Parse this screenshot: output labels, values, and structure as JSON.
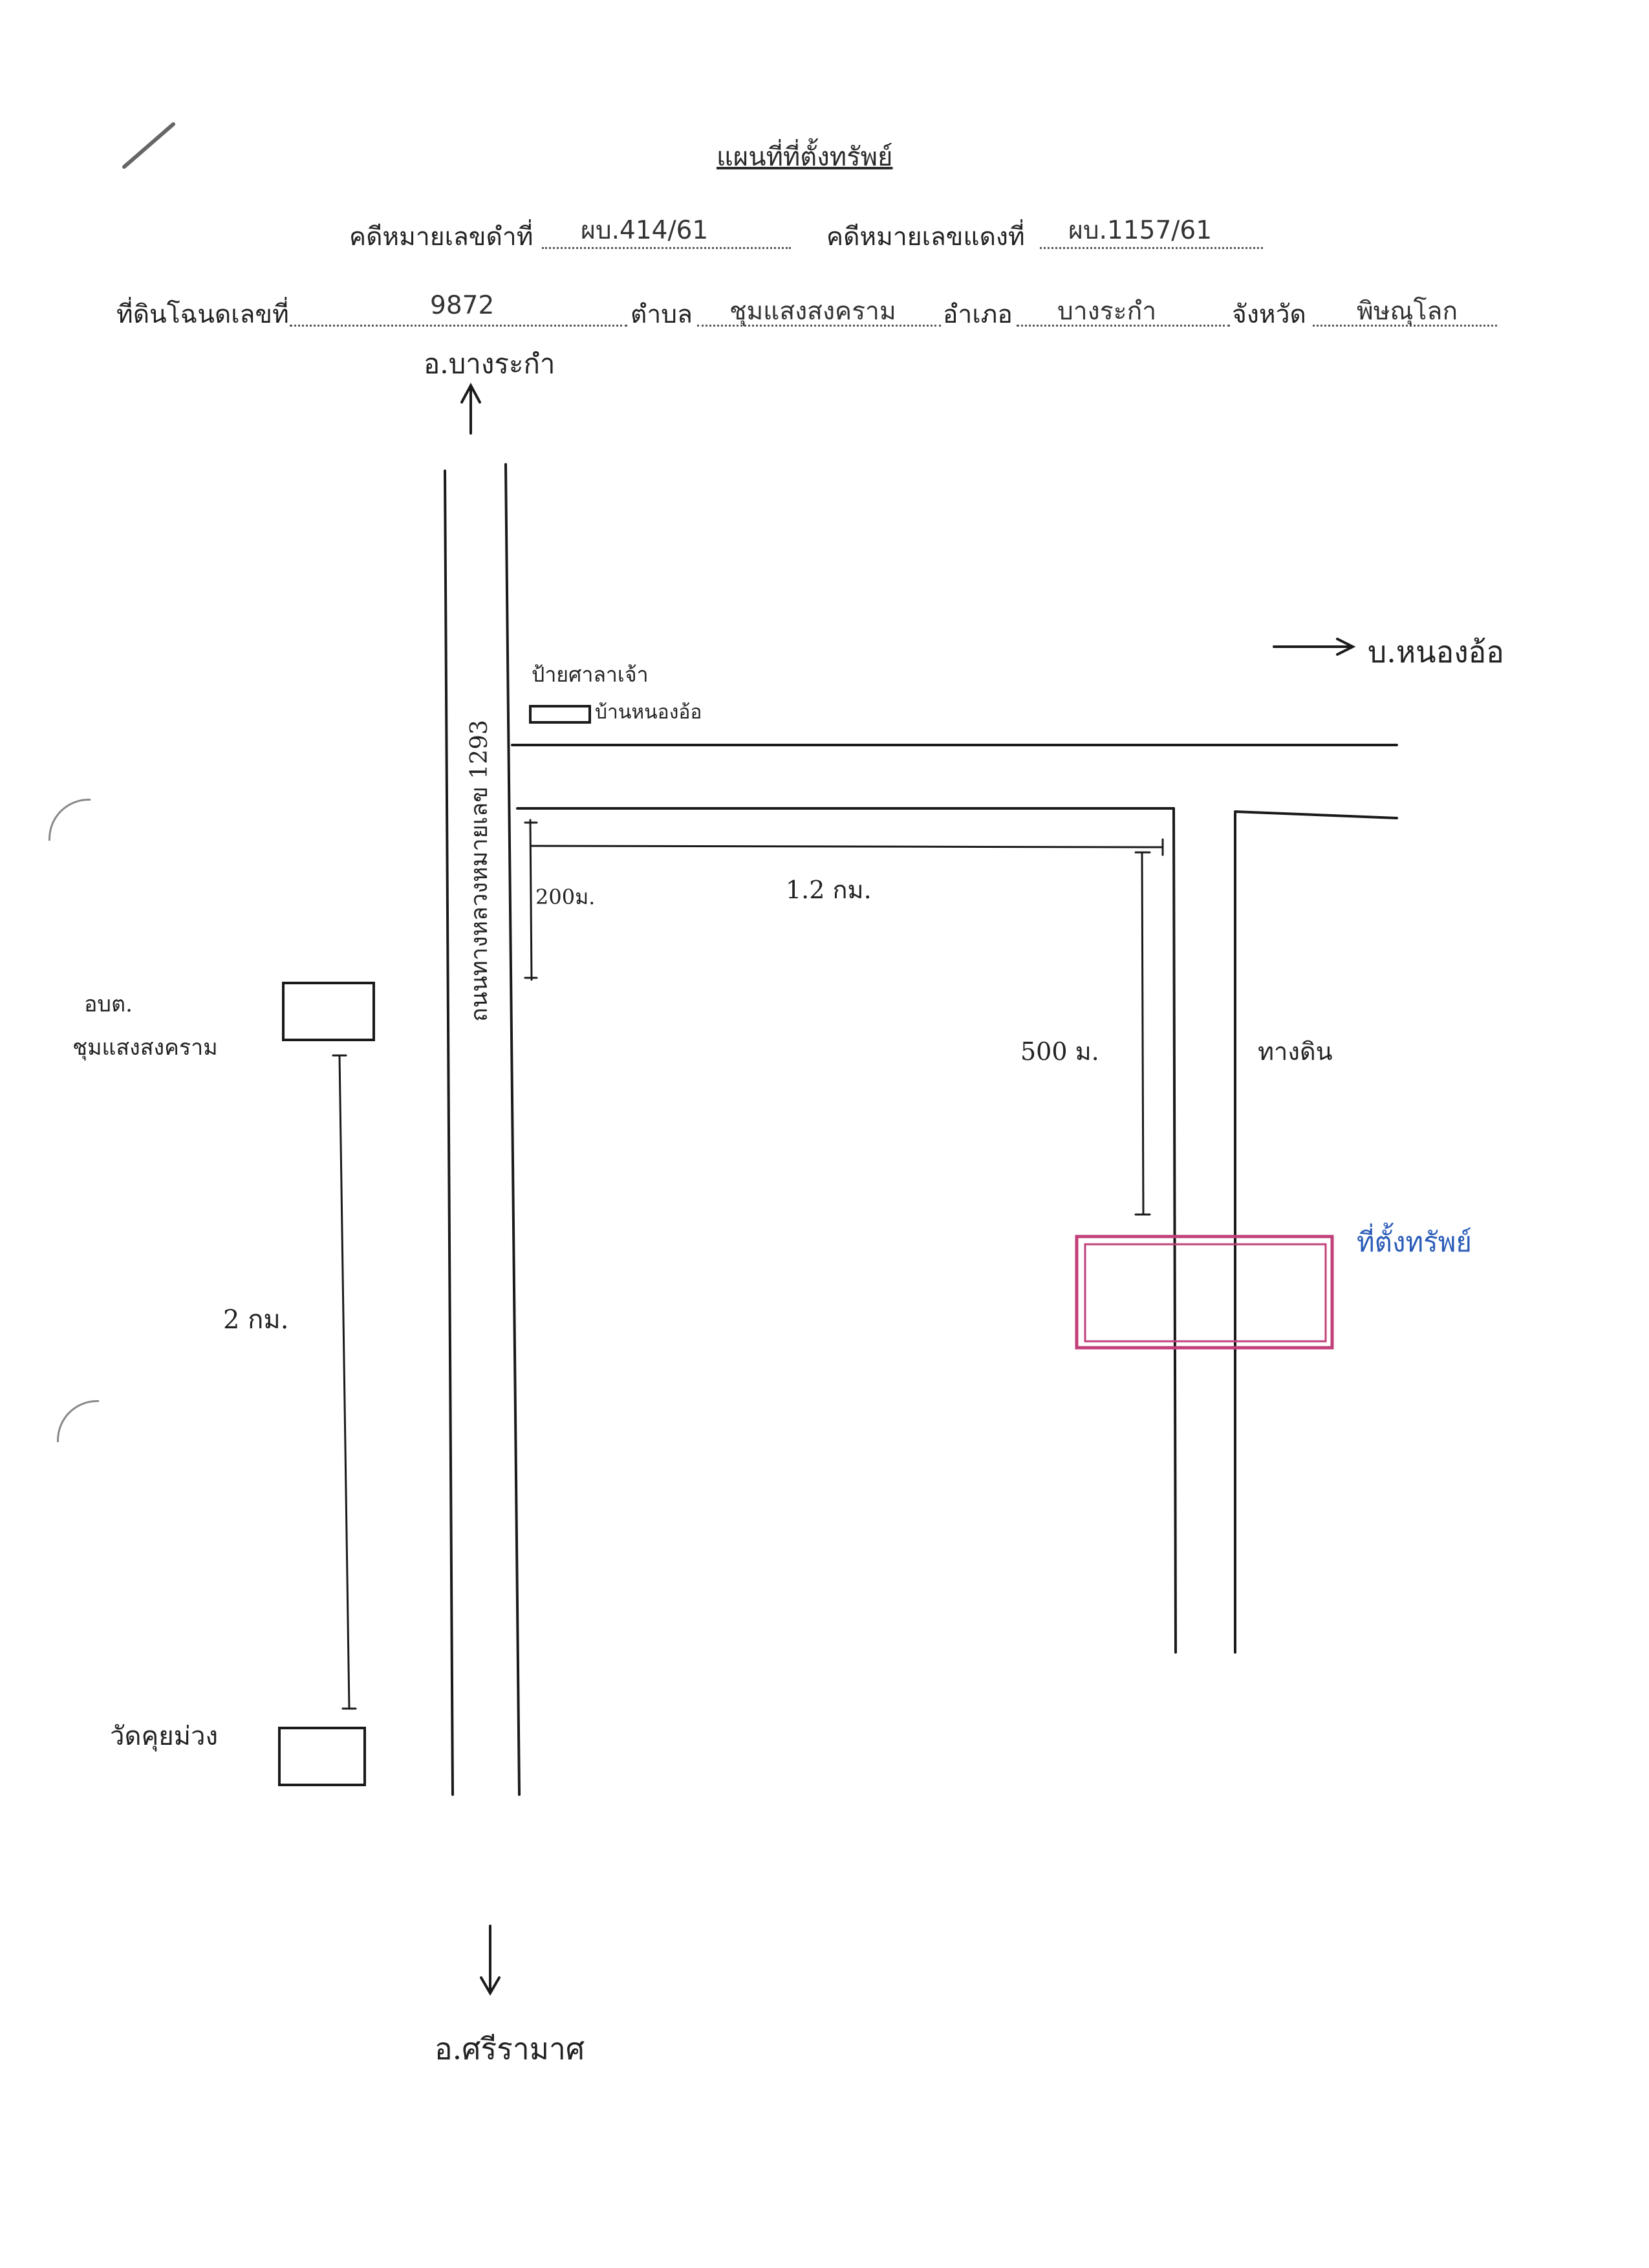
{
  "title": "แผนที่ที่ตั้งทรัพย์",
  "case_black": {
    "label": "คดีหมายเลขดำที่",
    "value": "ผบ.414/61"
  },
  "case_red": {
    "label": "คดีหมายเลขแดงที่",
    "value": "ผบ.1157/61"
  },
  "land": {
    "deed_label": "ที่ดินโฉนดเลขที่",
    "deed_value": "9872",
    "tambon_label": "ตำบล",
    "tambon_value": "ชุมแสงสงคราม",
    "amphoe_label": "อำเภอ",
    "amphoe_value": "บางระกำ",
    "province_label": "จังหวัด",
    "province_value": "พิษณุโลก"
  },
  "map": {
    "north_dest": "อ.บางระกำ",
    "south_dest": "อ.ศรีรามาศ",
    "east_dest": "บ.หนองอ้อ",
    "highway_label": "ถนนทางหลวงหมายเลข 1293",
    "waiting_shed": "ป้ายศาลาเจ้า",
    "village_sign": "บ้านหนองอ้อ",
    "dist_200": "200ม.",
    "dist_1_2": "1.2 กม.",
    "dist_500": "500 ม.",
    "dirt_road": "ทางดิน",
    "property": "ที่ตั้งทรัพย์",
    "obt_line1": "อบต.",
    "obt_line2": "ชุมแสงสงคราม",
    "dist_2km": "2 กม.",
    "temple": "วัดคุยม่วง",
    "colors": {
      "ink": "#1a1a1a",
      "property_box": "#c2407a",
      "property_text": "#2a5cb8"
    }
  }
}
